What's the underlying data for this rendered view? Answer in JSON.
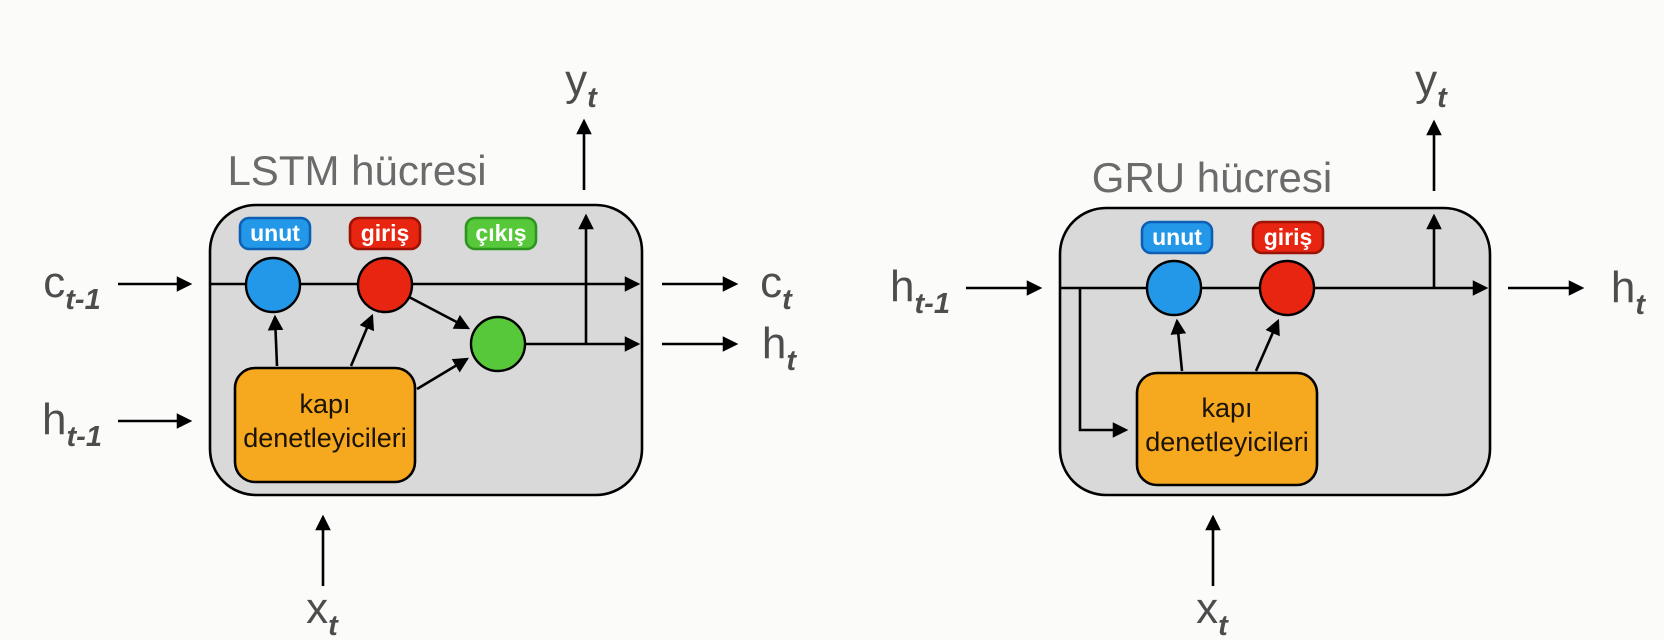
{
  "colors": {
    "background": "#fbfbfa",
    "cell_fill": "#d9d9d9",
    "outline": "#000000",
    "title_gray": "#6b6b6b",
    "label_gray": "#4d4d4d",
    "badge_text": "#ffffff",
    "controller_fill": "#f6a81f",
    "controller_text": "#1a1307"
  },
  "lstm": {
    "title": "LSTM hücresi",
    "gates": [
      {
        "label": "unut",
        "fill": "#2398e9",
        "border": "#0d5fb4"
      },
      {
        "label": "giriş",
        "fill": "#e72511",
        "border": "#9c1206"
      },
      {
        "label": "çıkış",
        "fill": "#57c83a",
        "border": "#2e9420"
      }
    ],
    "controller": {
      "line1": "kapı",
      "line2": "denetleyicileri"
    },
    "io": {
      "c_prev": {
        "base": "c",
        "sub": "t-1"
      },
      "h_prev": {
        "base": "h",
        "sub": "t-1"
      },
      "x_in": {
        "base": "x",
        "sub": "t"
      },
      "y_out": {
        "base": "y",
        "sub": "t"
      },
      "c_out": {
        "base": "c",
        "sub": "t"
      },
      "h_out": {
        "base": "h",
        "sub": "t"
      }
    }
  },
  "gru": {
    "title": "GRU hücresi",
    "gates": [
      {
        "label": "unut",
        "fill": "#2398e9",
        "border": "#0d5fb4"
      },
      {
        "label": "giriş",
        "fill": "#e72511",
        "border": "#9c1206"
      }
    ],
    "controller": {
      "line1": "kapı",
      "line2": "denetleyicileri"
    },
    "io": {
      "h_prev": {
        "base": "h",
        "sub": "t-1"
      },
      "x_in": {
        "base": "x",
        "sub": "t"
      },
      "y_out": {
        "base": "y",
        "sub": "t"
      },
      "h_out": {
        "base": "h",
        "sub": "t"
      }
    }
  }
}
